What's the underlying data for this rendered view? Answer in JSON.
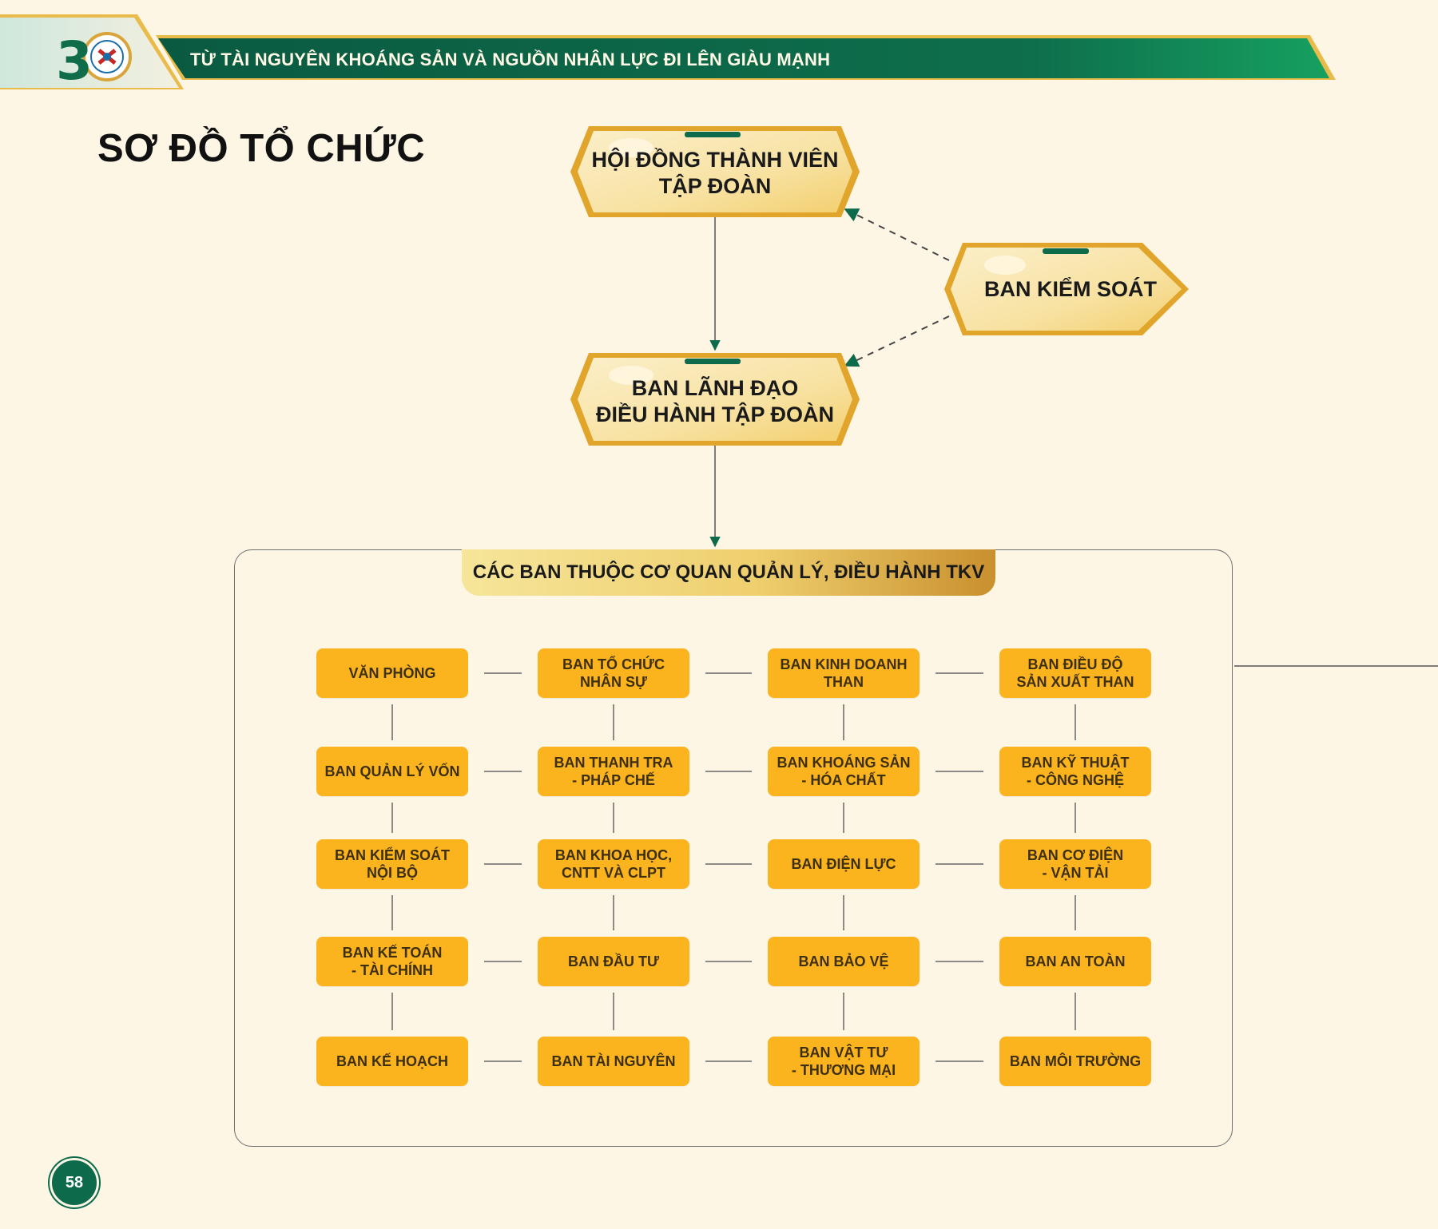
{
  "header": {
    "logo_number": "3",
    "banner_text": "TỪ TÀI NGUYÊN KHOÁNG SẢN VÀ NGUỒN NHÂN LỰC ĐI LÊN GIÀU MẠNH"
  },
  "page_title": "SƠ ĐỒ TỔ CHỨC",
  "nodes": {
    "hoi_dong": "HỘI ĐỒNG THÀNH VIÊN\nTẬP ĐOÀN",
    "ban_kiem_soat": "BAN KIỂM SOÁT",
    "ban_lanh_dao": "BAN LÃNH ĐẠO\nĐIỀU HÀNH TẬP ĐOÀN"
  },
  "panel": {
    "title": "CÁC BAN THUỘC CƠ QUAN QUẢN LÝ, ĐIỀU HÀNH TKV",
    "departments": [
      [
        "VĂN PHÒNG",
        "BAN TỔ CHỨC\nNHÂN SỰ",
        "BAN KINH DOANH\nTHAN",
        "BAN ĐIỀU ĐỘ\nSẢN XUẤT THAN"
      ],
      [
        "BAN QUẢN LÝ VỐN",
        "BAN THANH TRA\n- PHÁP CHẾ",
        "BAN KHOÁNG SẢN\n- HÓA CHẤT",
        "BAN KỸ THUẬT\n- CÔNG NGHỆ"
      ],
      [
        "BAN KIỂM SOÁT\nNỘI BỘ",
        "BAN KHOA HỌC,\nCNTT VÀ CLPT",
        "BAN ĐIỆN LỰC",
        "BAN CƠ ĐIỆN\n- VẬN TẢI"
      ],
      [
        "BAN KẾ TOÁN\n- TÀI CHÍNH",
        "BAN ĐẦU TƯ",
        "BAN BẢO VỆ",
        "BAN AN TOÀN"
      ],
      [
        "BAN KẾ HOẠCH",
        "BAN TÀI NGUYÊN",
        "BAN VẬT TƯ\n- THƯƠNG MẠI",
        "BAN MÔI TRƯỜNG"
      ]
    ]
  },
  "page_number": "58",
  "colors": {
    "background": "#fdf6e4",
    "banner_green": "#0d6b4c",
    "gold": "#e3a92d",
    "department_fill": "#fbb31e",
    "arrow_green": "#0d6b4c"
  }
}
